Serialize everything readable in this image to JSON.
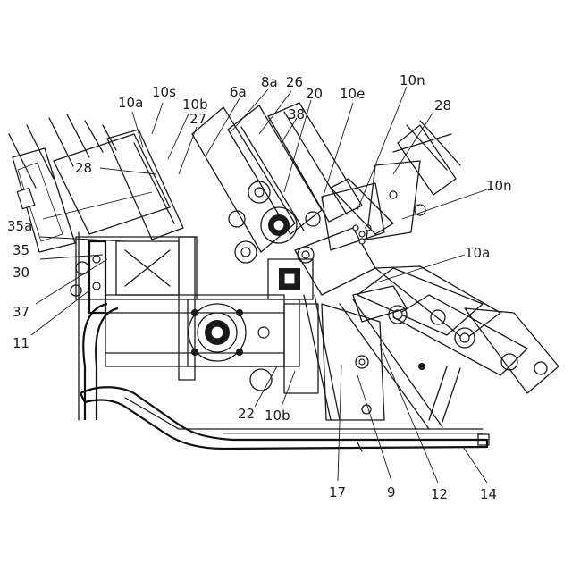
{
  "labels": {
    "l10a_top": "10a",
    "l10s": "10s",
    "l10b_top": "10b",
    "l27": "27",
    "l6a": "6a",
    "l8a": "8a",
    "l26": "26",
    "l20": "20",
    "l38": "38",
    "l10e": "10e",
    "l10n_top": "10n",
    "l28_right": "28",
    "l10n_mid": "10n",
    "l28_left": "28",
    "l35a": "35a",
    "l35": "35",
    "l30": "30",
    "l37": "37",
    "l11": "11",
    "l10a_right": "10a",
    "l22": "22",
    "l10b_bottom": "10b",
    "l17": "17",
    "l9": "9",
    "l12": "12",
    "l14": "14"
  }
}
